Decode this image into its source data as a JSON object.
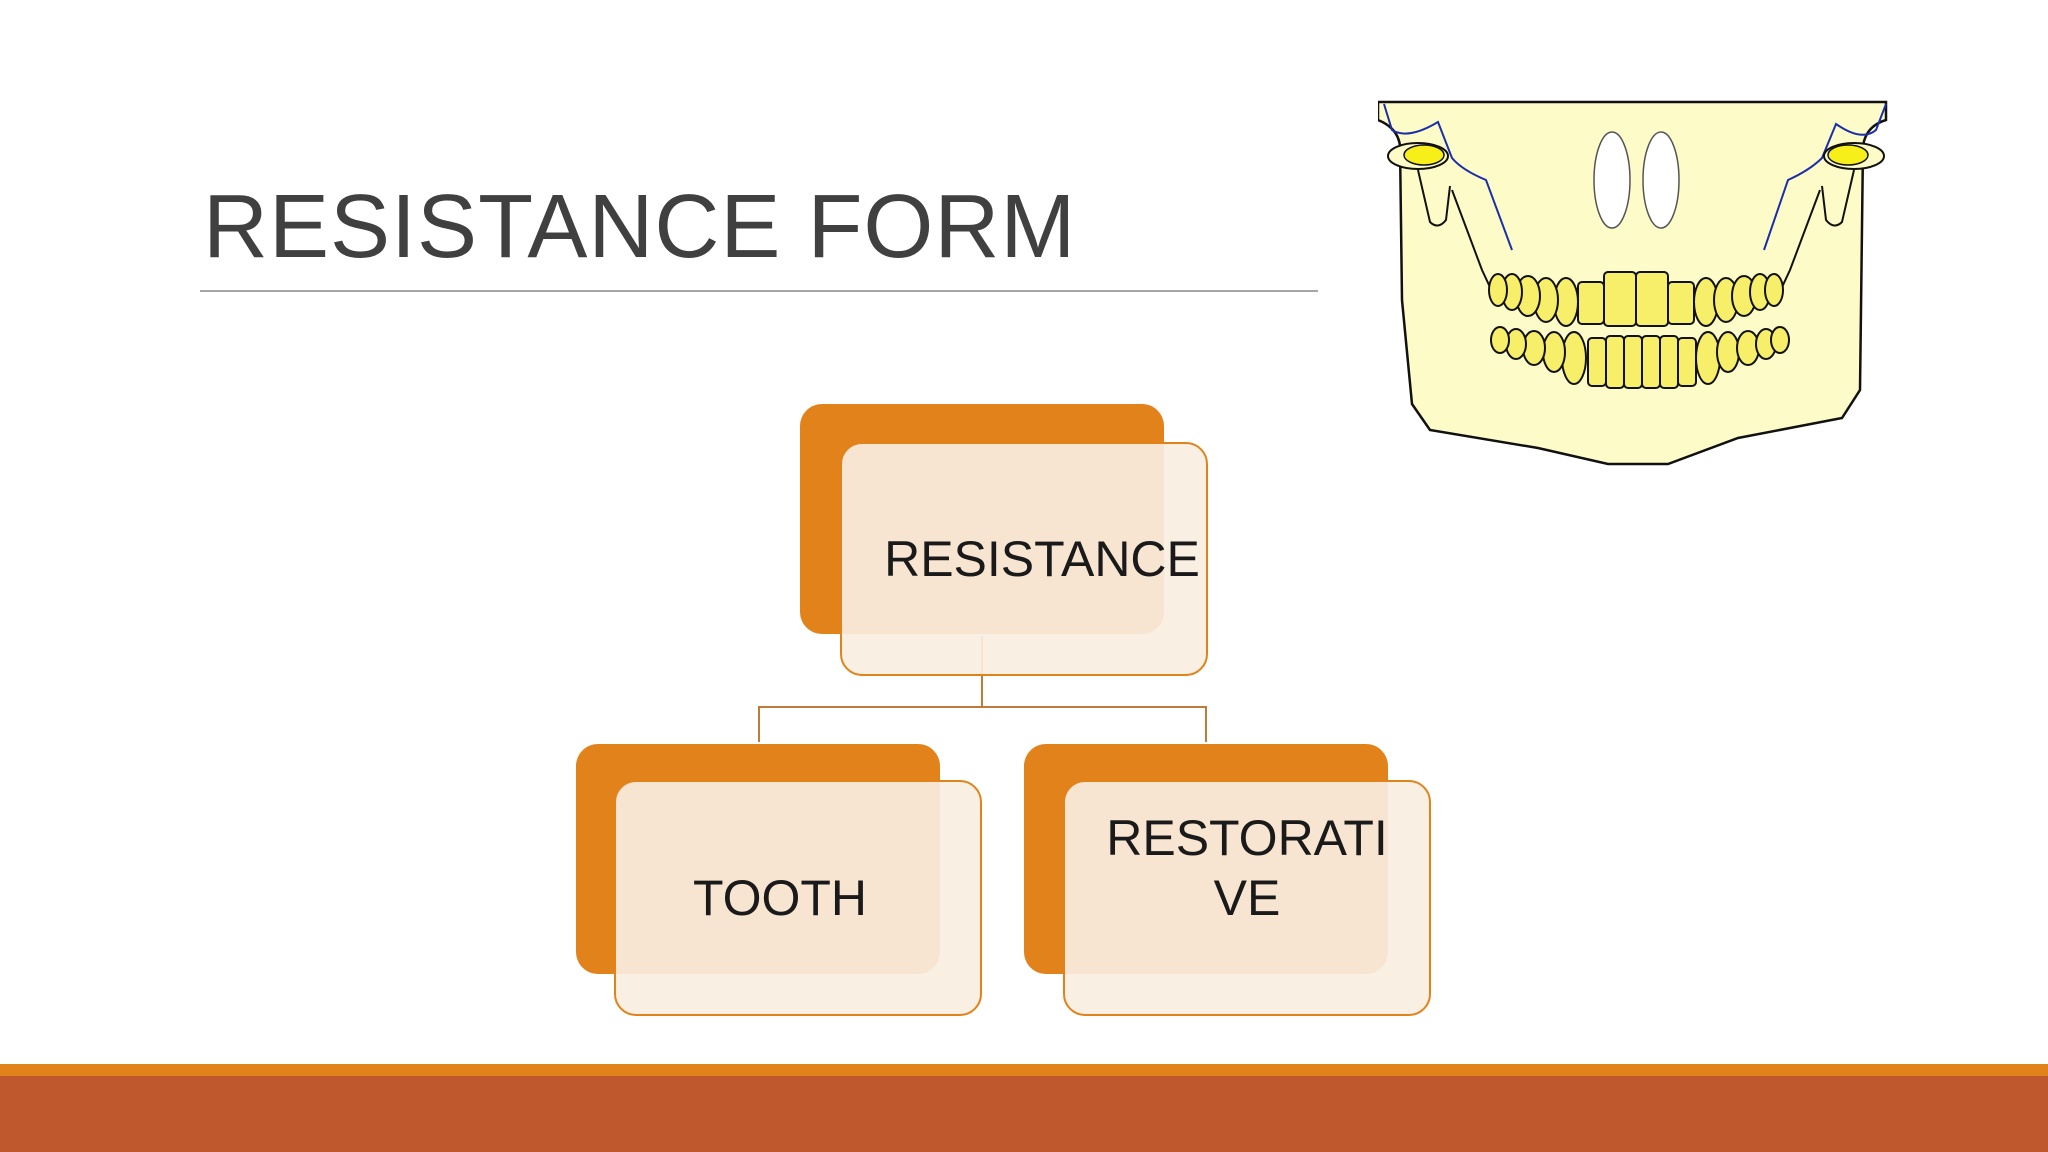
{
  "slide": {
    "title": "RESISTANCE FORM"
  },
  "diagram": {
    "root": {
      "label": "RESISTANCE"
    },
    "children": [
      {
        "label": "TOOTH"
      },
      {
        "label": "RESTORATIVE"
      }
    ]
  },
  "colors": {
    "accent_orange": "#e2821a",
    "footer_rust": "#bf582c",
    "box_fill": "#faeee1",
    "jaw_fill": "#fdfcc8",
    "teeth_fill": "#f7ef6a"
  }
}
